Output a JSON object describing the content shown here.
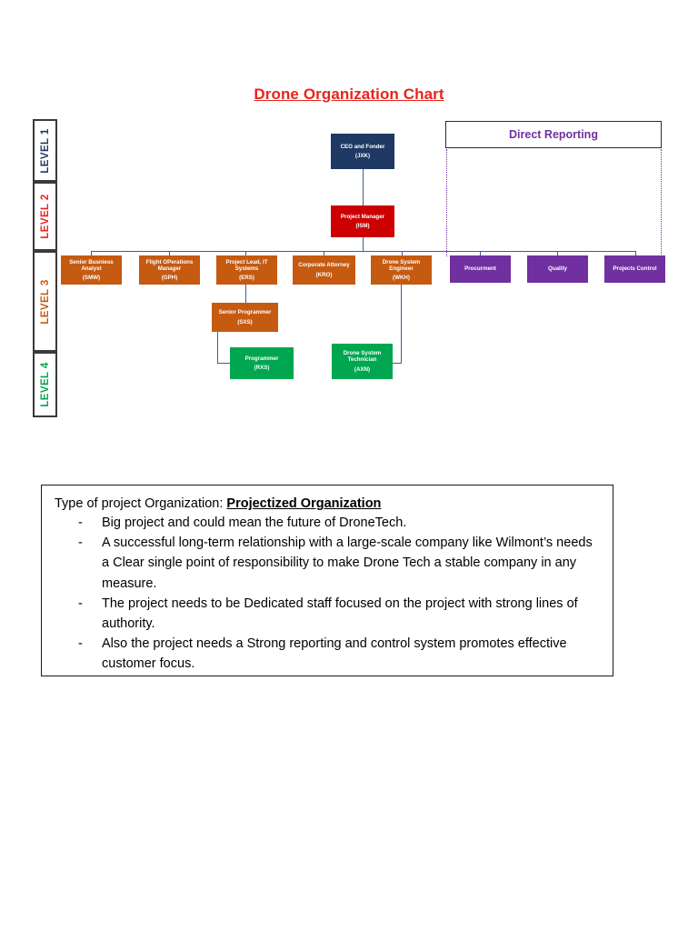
{
  "chart_data": {
    "type": "diagram",
    "title": "Drone Organization Chart",
    "levels": [
      "LEVEL 1",
      "LEVEL 2",
      "LEVEL 3",
      "LEVEL 4"
    ],
    "legend": "Direct Reporting",
    "nodes": [
      {
        "id": "ceo",
        "title": "CEO and Fonder",
        "code": "(JXK)",
        "level": 1,
        "color": "#1F3864"
      },
      {
        "id": "pm",
        "title": "Project Manager",
        "code": "(ISM)",
        "level": 2,
        "color": "#CC0000"
      },
      {
        "id": "sba",
        "title": "Senior Busniess Analyst",
        "code": "(SMW)",
        "level": 3,
        "color": "#C55A11"
      },
      {
        "id": "fom",
        "title": "Flight OPerations Manager",
        "code": "(GPH)",
        "level": 3,
        "color": "#C55A11"
      },
      {
        "id": "plit",
        "title": "Project Lead, IT Systems",
        "code": "(ERS)",
        "level": 3,
        "color": "#C55A11"
      },
      {
        "id": "attorney",
        "title": "Corporate Attorney",
        "code": "(KRO)",
        "level": 3,
        "color": "#C55A11"
      },
      {
        "id": "dse",
        "title": "Drone System Engineer",
        "code": "(WKH)",
        "level": 3,
        "color": "#C55A11"
      },
      {
        "id": "procurment",
        "title": "Procurment",
        "code": "",
        "level": 3,
        "color": "#7030A0"
      },
      {
        "id": "quality",
        "title": "Quality",
        "code": "",
        "level": 3,
        "color": "#7030A0"
      },
      {
        "id": "projctrl",
        "title": "Projects Control",
        "code": "",
        "level": 3,
        "color": "#7030A0"
      },
      {
        "id": "srprog",
        "title": "Senior Programmer",
        "code": "(SXS)",
        "level": 3,
        "color": "#C55A11"
      },
      {
        "id": "prog",
        "title": "Programmer",
        "code": "(RXS)",
        "level": 4,
        "color": "#00A650"
      },
      {
        "id": "dst",
        "title": "Drone System Technician",
        "code": "(AXN)",
        "level": 4,
        "color": "#00A650"
      }
    ],
    "edges": [
      {
        "from": "ceo",
        "to": "pm"
      },
      {
        "from": "pm",
        "to": "sba"
      },
      {
        "from": "pm",
        "to": "fom"
      },
      {
        "from": "pm",
        "to": "plit"
      },
      {
        "from": "pm",
        "to": "attorney"
      },
      {
        "from": "pm",
        "to": "dse"
      },
      {
        "from": "pm",
        "to": "procurment"
      },
      {
        "from": "pm",
        "to": "quality"
      },
      {
        "from": "pm",
        "to": "projctrl"
      },
      {
        "from": "plit",
        "to": "srprog"
      },
      {
        "from": "srprog",
        "to": "prog"
      },
      {
        "from": "dse",
        "to": "dst"
      }
    ],
    "colors": {
      "title": "#E8241B",
      "level1": "#1F3864",
      "level2": "#E8241B",
      "level3": "#C55A11",
      "level4": "#00A650",
      "legend": "#7030A0",
      "connector": "#3a5f8f"
    }
  },
  "notes": {
    "heading_lead": "Type of project Organization: ",
    "heading_emph": "Projectized Organization",
    "dash": "-",
    "bullets": [
      "Big project and could mean the future of DroneTech.",
      "A successful long-term relationship with a large-scale company like Wilmont’s needs a Clear single point of responsibility to make Drone Tech a stable company in any measure.",
      "The project needs to be Dedicated staff focused on the project with strong lines of authority.",
      "Also the project needs a Strong reporting and control system promotes effective customer focus."
    ]
  }
}
